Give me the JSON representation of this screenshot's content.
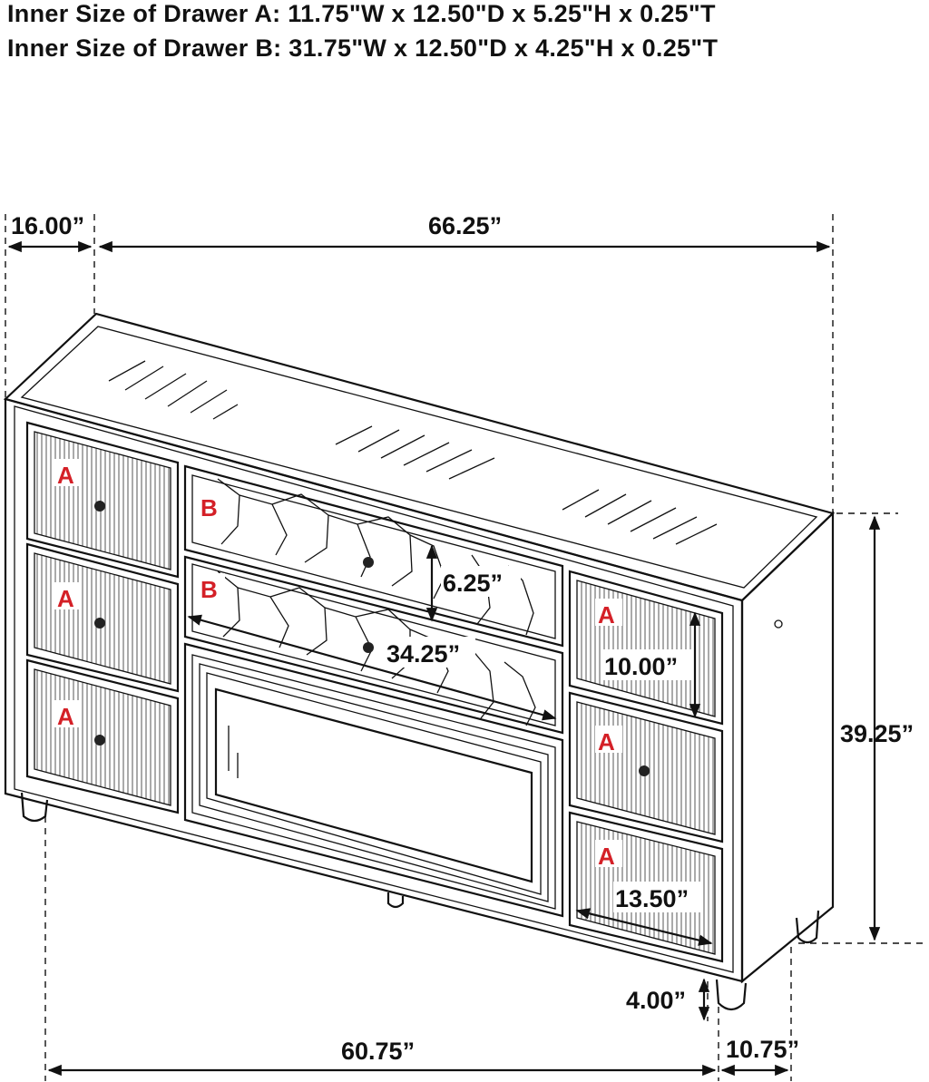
{
  "specs": {
    "drawer_a": "Inner Size of Drawer A: 11.75\"W x 12.50\"D x 5.25\"H x 0.25\"T",
    "drawer_b": "Inner Size of Drawer B: 31.75\"W x 12.50\"D x 4.25\"H x 0.25\"T"
  },
  "dimensions": {
    "depth": "16.00”",
    "width": "66.25”",
    "height": "39.25”",
    "drawer_b_height": "6.25”",
    "drawer_b_width": "34.25”",
    "drawer_a_height": "10.00”",
    "drawer_a_width": "13.50”",
    "leg_height": "4.00”",
    "base_width": "60.75”",
    "base_depth": "10.75”"
  },
  "drawer_labels": {
    "a": "A",
    "b": "B"
  },
  "colors": {
    "label_red": "#d42027",
    "line": "#111111"
  }
}
